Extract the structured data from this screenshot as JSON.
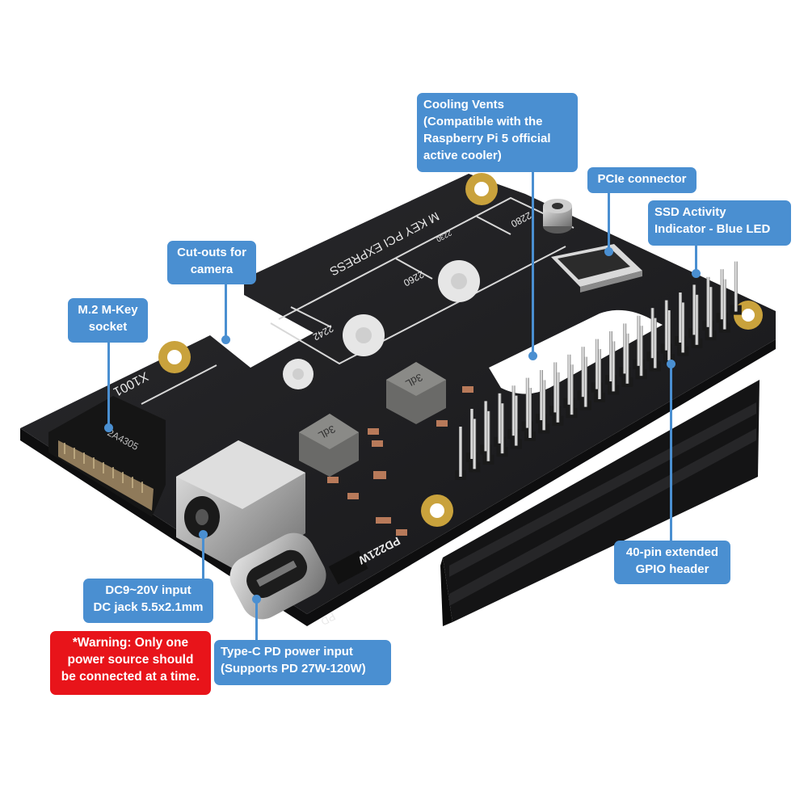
{
  "board": {
    "silkscreen_title": "M KEY PCI EXPRESS",
    "model": "X1001",
    "size_2280": "2280",
    "size_2260": "2260",
    "size_2242": "2242",
    "size_2230": "2230",
    "pd_chip": "PD221W",
    "pd_label": "PD",
    "inductor_mark": "3dL",
    "socket_code": "2A4305"
  },
  "callouts": {
    "cooling_vents": "Cooling Vents\n(Compatible with the\nRaspberry Pi 5 official\nactive cooler)",
    "pcie_connector": "PCIe connector",
    "ssd_led": "SSD Activity\nIndicator - Blue LED",
    "camera_cutouts": "Cut-outs for\ncamera",
    "m2_socket": "M.2 M-Key\nsocket",
    "gpio_header": "40-pin extended\nGPIO header",
    "dc_input": "DC9~20V input\nDC jack 5.5x2.1mm",
    "warning": "*Warning: Only one\npower source should\nbe connected at a time.",
    "typec_input": "Type-C PD power input\n(Supports PD 27W-120W)"
  },
  "colors": {
    "callout_blue": "#4a8fd1",
    "warning_red": "#e8141a",
    "pcb_black": "#1e1e20",
    "gold_pad": "#c9a23c"
  }
}
